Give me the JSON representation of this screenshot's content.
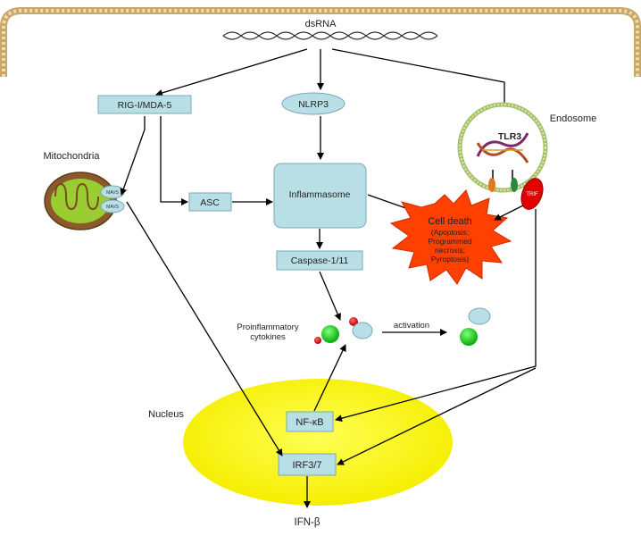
{
  "labels": {
    "dsrna": "dsRNA",
    "rig": "RIG-I/MDA-5",
    "nlrp3": "NLRP3",
    "endosome": "Endosome",
    "tlr3": "TLR3",
    "trif": "TRIF",
    "mitochondria": "Mitochondria",
    "mavs_top": "MAVS",
    "mavs_bottom": "MAVS",
    "asc": "ASC",
    "inflammasome": "Inflammasome",
    "cell_death_title": "Cell death",
    "cell_death_line1": "(Apoptosis;",
    "cell_death_line2": "Programmed",
    "cell_death_line3": "necrosis;",
    "cell_death_line4": "Pyroptosis)",
    "caspase": "Caspase-1/11",
    "proinflammatory_line1": "Proinflammatory",
    "proinflammatory_line2": "cytokines",
    "activation": "activation",
    "nucleus": "Nucleus",
    "nfkb": "NF-κB",
    "irf": "IRF3/7",
    "ifn": "IFN-β"
  },
  "colors": {
    "membrane": "#d9b979",
    "box_fill": "#b9dfe6",
    "nucleus": "#ffff00",
    "cell_death": "#ff4000",
    "mitochondria_outer": "#8a5a2a",
    "mitochondria_inner": "#9acd32",
    "trif": "#e00000",
    "cytokine_green": "#22cc22",
    "cytokine_red": "#e00000"
  }
}
